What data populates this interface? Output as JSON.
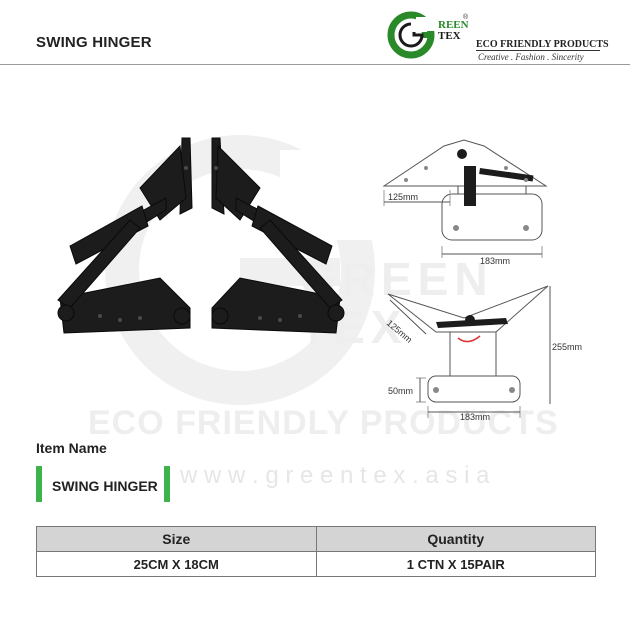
{
  "header": {
    "title": "SWING HINGER"
  },
  "logo": {
    "line1": "REEN",
    "line2": "TEX",
    "reg_mark": "®",
    "slogan": "ECO FRIENDLY PRODUCTS",
    "tagline": "Creative . Fashion . Sincerity",
    "brand_color": "#2a8a2a"
  },
  "watermark": {
    "line1": "GREEN",
    "line2": "TEX",
    "slogan": "ECO FRIENDLY PRODUCTS",
    "url": "w w w . g r e e n t e x . a s i a"
  },
  "diagram": {
    "dims": {
      "top_width": "125mm",
      "top_base": "183mm",
      "side_diag": "125mm",
      "height": "255mm",
      "base_height": "50mm",
      "bottom_base": "183mm"
    }
  },
  "item": {
    "label": "Item Name",
    "value": "SWING HINGER",
    "accent_color": "#3cb44b"
  },
  "spec_table": {
    "headers": [
      "Size",
      "Quantity"
    ],
    "rows": [
      [
        "25CM X 18CM",
        "1 CTN X 15PAIR"
      ]
    ],
    "header_bg": "#d4d4d4"
  }
}
